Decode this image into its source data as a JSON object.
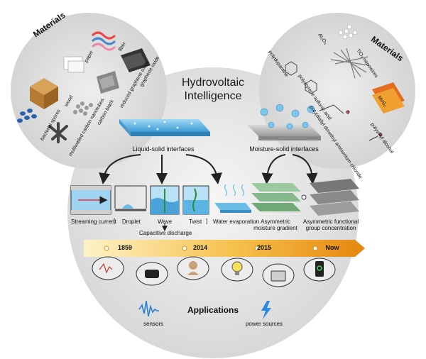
{
  "main_title": [
    "Hydrovoltaic",
    "Intelligence"
  ],
  "materials_left": {
    "title": "Materials",
    "items": [
      "paper",
      "fiber",
      "wood",
      "reduced graphene oxide",
      "graphene oxide",
      "bacterial spores",
      "carbon black",
      "multiwalled carbon nanotubes"
    ]
  },
  "materials_right": {
    "title": "Materials",
    "items": [
      "Al₂O₃",
      "polydopamine",
      "TiO₂ nanowires",
      "polystyrene sulfonic acid",
      "poly(diallyl dimethyl ammonium chloride",
      "MoS₂",
      "polyvinyl alcohol"
    ]
  },
  "interfaces": {
    "liquid": "Liquid-solid interfaces",
    "moisture": "Moisture-solid interfaces"
  },
  "mechanisms": {
    "streaming": "Streaming current",
    "bracket_open": "[",
    "droplet": "Droplet",
    "wave": "Wave",
    "twist": "Twist",
    "bracket_close": "]",
    "capacitive": "Capacitive discharge",
    "evaporation": "Water evaporation",
    "asym_moisture": [
      "Asymmetric",
      "moisture gradient"
    ],
    "asym_group": [
      "Asymmetric functional",
      "group concentration"
    ]
  },
  "timeline": [
    "1859",
    "2014",
    "2015",
    "Now"
  ],
  "applications": {
    "title": "Applications",
    "sensors": "sensors",
    "power": "power sources"
  },
  "colors": {
    "circle_fill": "#e6e6e6",
    "timeline_start": "#fde9a8",
    "timeline_end": "#e98b10",
    "water_blue": "#5fb6e6",
    "surface_gray": "#b0b0b0"
  }
}
